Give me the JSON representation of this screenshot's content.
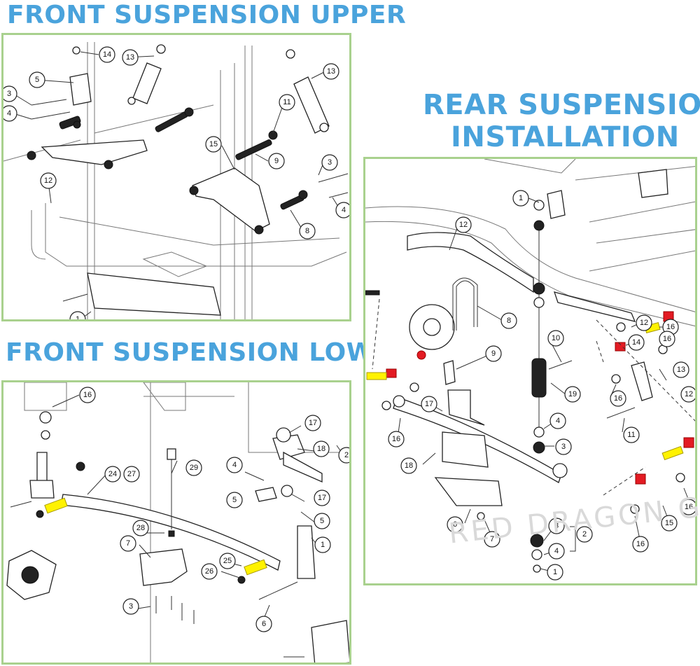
{
  "titles": {
    "front_upper": "FRONT SUSPENSION UPPER",
    "front_lower": "FRONT SUSPENSION LOWER",
    "rear_line1": "REAR SUSPENSION",
    "rear_line2": "INSTALLATION"
  },
  "watermark": "RED DRAGON GOLF",
  "colors": {
    "title": "#4aa3dc",
    "panel_border": "#a9d18e",
    "bushing_red": "#e31b23",
    "bushing_yellow": "#fff200"
  },
  "upper_callouts": [
    "14",
    "13",
    "5",
    "3",
    "4",
    "11",
    "13",
    "15",
    "9",
    "3",
    "4",
    "12",
    "8",
    "1"
  ],
  "lower_callouts": [
    "16",
    "24",
    "27",
    "29",
    "17",
    "4",
    "18",
    "5",
    "17",
    "5",
    "28",
    "7",
    "1",
    "25",
    "26",
    "3",
    "6",
    "2"
  ],
  "rear_callouts": [
    "1",
    "12",
    "8",
    "9",
    "10",
    "12",
    "16",
    "14",
    "16",
    "13",
    "12",
    "17",
    "19",
    "16",
    "11",
    "4",
    "3",
    "16",
    "18",
    "6",
    "7",
    "3",
    "4",
    "2",
    "1",
    "16",
    "15",
    "16"
  ]
}
